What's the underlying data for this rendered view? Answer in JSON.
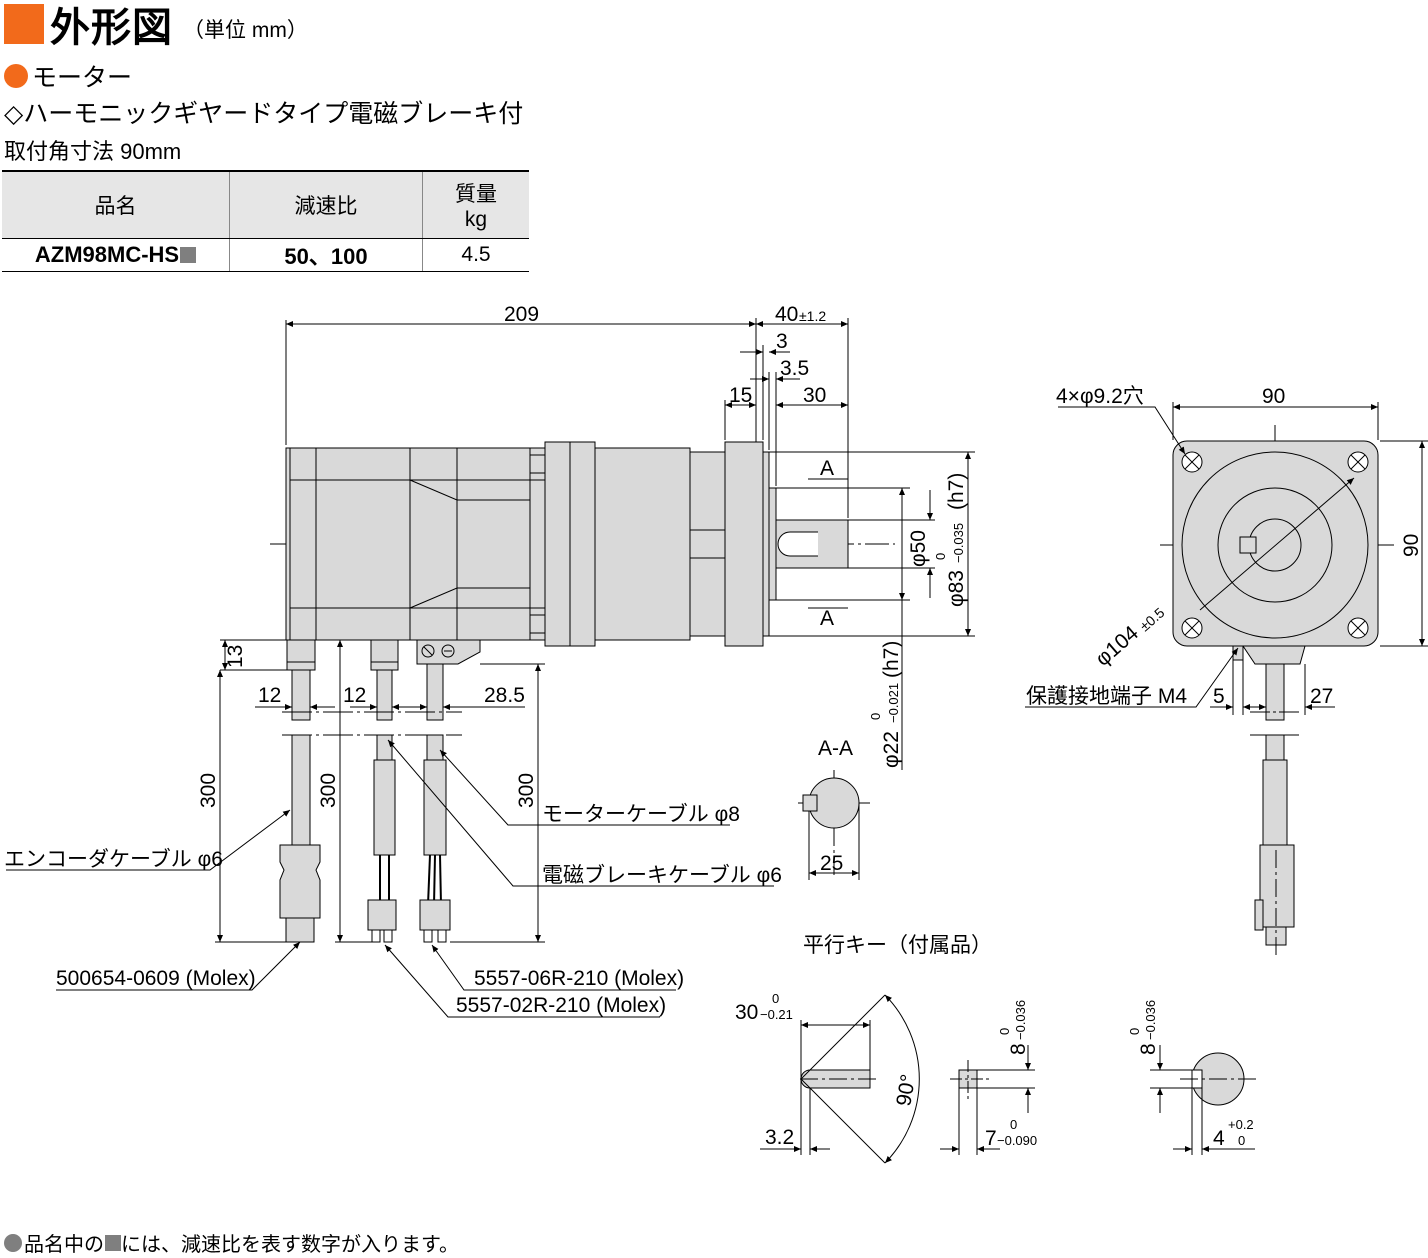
{
  "header": {
    "title": "外形図",
    "unit": "（単位 mm）",
    "accent_color": "#f26a1b"
  },
  "product": {
    "category": "モーター",
    "type": "◇ハーモニックギヤードタイプ電磁ブレーキ付",
    "mount": "取付角寸法 90mm"
  },
  "spec_table": {
    "headers": [
      "品名",
      "減速比",
      "質量",
      "kg"
    ],
    "row": {
      "model": "AZM98MC-HS",
      "ratio": "50、100",
      "mass": "4.5"
    }
  },
  "dimensions": {
    "total_length": "209",
    "shaft_length": "40",
    "shaft_length_tol": "±1.2",
    "d3": "3",
    "d3_5": "3.5",
    "d15": "15",
    "d30": "30",
    "section_a": "A",
    "phi50": "φ50",
    "phi83": "φ83",
    "phi83_tol_upper": "0",
    "phi83_tol_lower": "−0.035",
    "phi83_fit": "(h7)",
    "phi22": "φ22",
    "phi22_tol_upper": "0",
    "phi22_tol_lower": "−0.021",
    "phi22_fit": "(h7)",
    "d13": "13",
    "d12a": "12",
    "d12b": "12",
    "d28_5": "28.5",
    "cable_len_1": "300",
    "cable_len_2": "300",
    "cable_len_3": "300",
    "holes": "4×φ9.2穴",
    "flange_w": "90",
    "flange_h": "90",
    "phi104": "φ104",
    "phi104_tol": "±0.5",
    "ground_terminal": "保護接地端子 M4",
    "d5": "5",
    "d27": "27",
    "section_title": "A-A",
    "d25": "25"
  },
  "labels": {
    "encoder_cable": "エンコーダケーブル φ6",
    "motor_cable": "モーターケーブル φ8",
    "brake_cable": "電磁ブレーキケーブル φ6",
    "connector_1": "500654-0609 (Molex)",
    "connector_2": "5557-06R-210 (Molex)",
    "connector_3": "5557-02R-210 (Molex)"
  },
  "key": {
    "title": "平行キー（付属品）",
    "length": "30",
    "length_tol_upper": "0",
    "length_tol_lower": "−0.21",
    "radius_offset": "3.2",
    "angle": "90°",
    "height": "8",
    "height_tol_upper": "0",
    "height_tol_lower": "−0.036",
    "width": "7",
    "width_tol_upper": "0",
    "width_tol_lower": "−0.090",
    "keyway_height": "8",
    "keyway_height_tol_upper": "0",
    "keyway_height_tol_lower": "−0.036",
    "keyway_depth": "4",
    "keyway_depth_tol_upper": "+0.2",
    "keyway_depth_tol_lower": "0"
  },
  "footnote": {
    "prefix": "品名中の",
    "suffix": "には、減速比を表す数字が入ります。"
  }
}
